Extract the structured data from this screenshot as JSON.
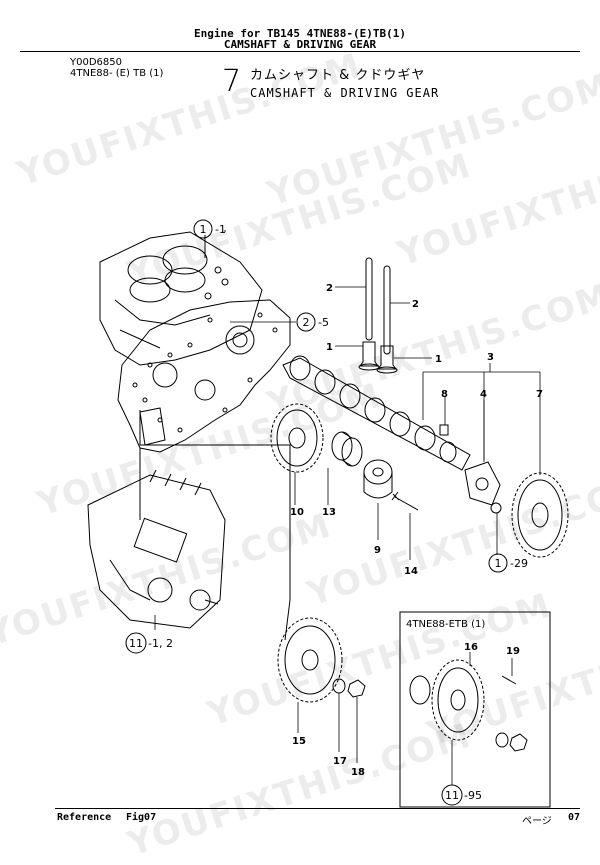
{
  "header": {
    "line1": "Engine for TB145  4TNE88-(E)TB(1)",
    "line2": "CAMSHAFT & DRIVING GEAR"
  },
  "doc_codes": {
    "code1": "Y00D6850",
    "code2": "4TNE88- (E) TB (1)"
  },
  "section": {
    "number": "7",
    "title_jp": "カムシャフト & クドウギヤ",
    "title_en": "CAMSHAFT & DRIVING GEAR"
  },
  "callouts": {
    "ref_1_1": {
      "circle": "1",
      "suffix": "-1"
    },
    "ref_2_5": {
      "circle": "2",
      "suffix": "-5"
    },
    "ref_1_29": {
      "circle": "1",
      "suffix": "-29"
    },
    "ref_11_12": {
      "circle": "11",
      "suffix": "-1, 2"
    },
    "ref_11_95": {
      "circle": "11",
      "suffix": "-95"
    }
  },
  "part_numbers": {
    "p2a": "2",
    "p2b": "2",
    "p1a": "1",
    "p1b": "1",
    "p3": "3",
    "p8": "8",
    "p4": "4",
    "p7": "7",
    "p10": "10",
    "p13": "13",
    "p9": "9",
    "p14": "14",
    "p15": "15",
    "p17": "17",
    "p18": "18",
    "p16": "16",
    "p19": "19"
  },
  "inset": {
    "title": "4TNE88-ETB (1)"
  },
  "watermark": "YOUFIXTHIS.COM",
  "footer": {
    "reference": "Reference",
    "fig": "Fig07",
    "page_label": "ページ",
    "page": "07"
  }
}
